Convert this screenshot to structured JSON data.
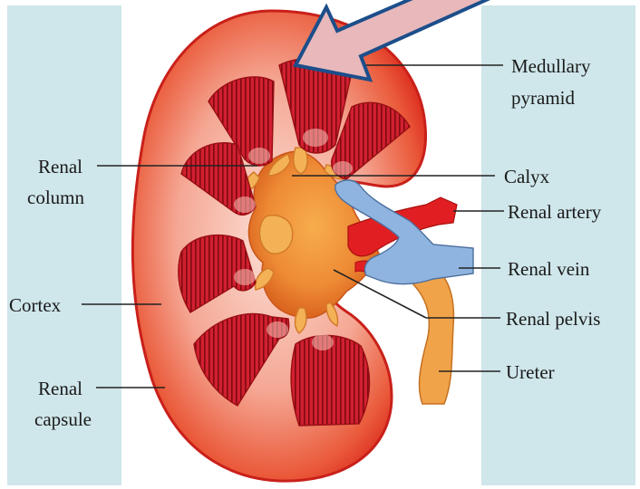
{
  "labels": {
    "medullary_pyramid_1": "Medullary",
    "medullary_pyramid_2": "pyramid",
    "calyx": "Calyx",
    "renal_artery": "Renal artery",
    "renal_vein": "Renal vein",
    "renal_pelvis": "Renal pelvis",
    "ureter": "Ureter",
    "renal_column_1": "Renal",
    "renal_column_2": "column",
    "cortex": "Cortex",
    "renal_capsule_1": "Renal",
    "renal_capsule_2": "capsule"
  },
  "colors": {
    "side_panel": "#cfe6ea",
    "cortex_outer": "#e4361a",
    "cortex_inner": "#f6b1a0",
    "capsule_stroke": "#d0251a",
    "pyramid": "#d5202c",
    "pyramid_stripe": "#7e0a10",
    "pelvis_center": "#f1a046",
    "pelvis_edge": "#dc6318",
    "calyx_tips": "#f3b256",
    "artery": "#e11f22",
    "vein": "#8fb4df",
    "ureter": "#f1a349",
    "arrow_fill": "#e8b8bb",
    "arrow_stroke": "#1c4e8a"
  }
}
